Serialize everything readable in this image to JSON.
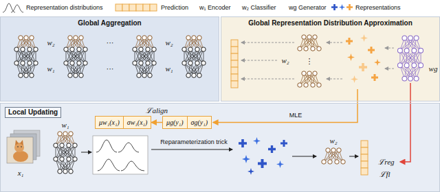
{
  "diagram": {
    "nodes": [
      {
        "text": [
          "Global Aggregation"
        ]
      },
      {
        "text": [
          "Global Representation Distribution Approximation"
        ]
      },
      {
        "text": [
          "Local Updating"
        ]
      },
      {
        "text": [
          "μw₁(x₁)",
          "σw₁(x₁)"
        ],
        "in": 2
      },
      {
        "text": [
          "μg(y₁)",
          "σg(y₁)"
        ],
        "in": 2
      }
    ],
    "edges": [
      {
        "from": 4,
        "to": 3,
        "arrow": "to",
        "label": "ℒalign"
      }
    ],
    "labels": [
      "w₂",
      "···",
      "w₂",
      "w₁",
      "···",
      "w₁",
      "w₂",
      "⋮",
      "wg",
      "x₁",
      "w₁",
      "w₂",
      "Reparameterization trick",
      "MLE",
      "ℒreg",
      "ℒfl"
    ],
    "legend": [
      {
        "text": "Representation distributions"
      },
      {
        "text": "Prediction"
      },
      {
        "text": "w₁ Encoder"
      },
      {
        "text": "w₂ Classifier"
      },
      {
        "text": "wg Generator"
      },
      {
        "text": "Representations"
      }
    ]
  }
}
